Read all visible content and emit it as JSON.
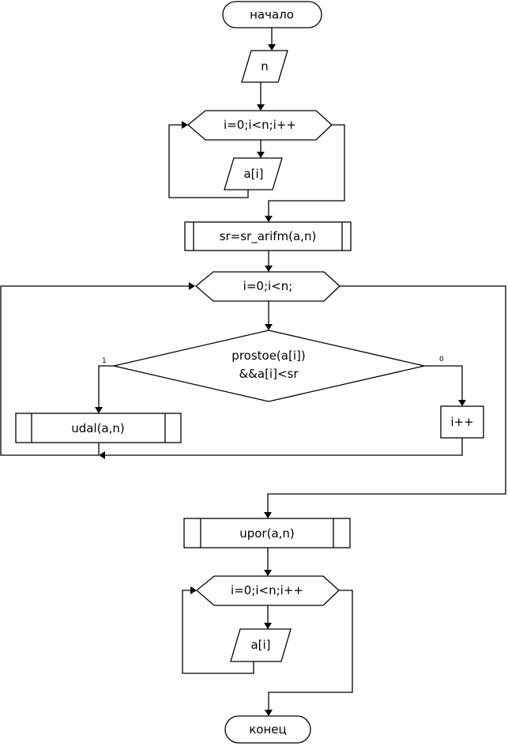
{
  "flowchart": {
    "start": "начало",
    "input_n": "n",
    "loop1": "i=0;i<n;i++",
    "input_ai_1": "a[i]",
    "call_sr": "sr=sr_arifm(a,n)",
    "loop2": "i=0;i<n;",
    "condition_line1": "prostoe(a[i])",
    "condition_line2": "&&a[i]<sr",
    "branch_true": "1",
    "branch_false": "0",
    "call_udal": "udal(a,n)",
    "increment": "i++",
    "call_upor": "upor(a,n)",
    "loop3": "i=0;i<n;i++",
    "output_ai_2": "a[i]",
    "end": "конец"
  }
}
